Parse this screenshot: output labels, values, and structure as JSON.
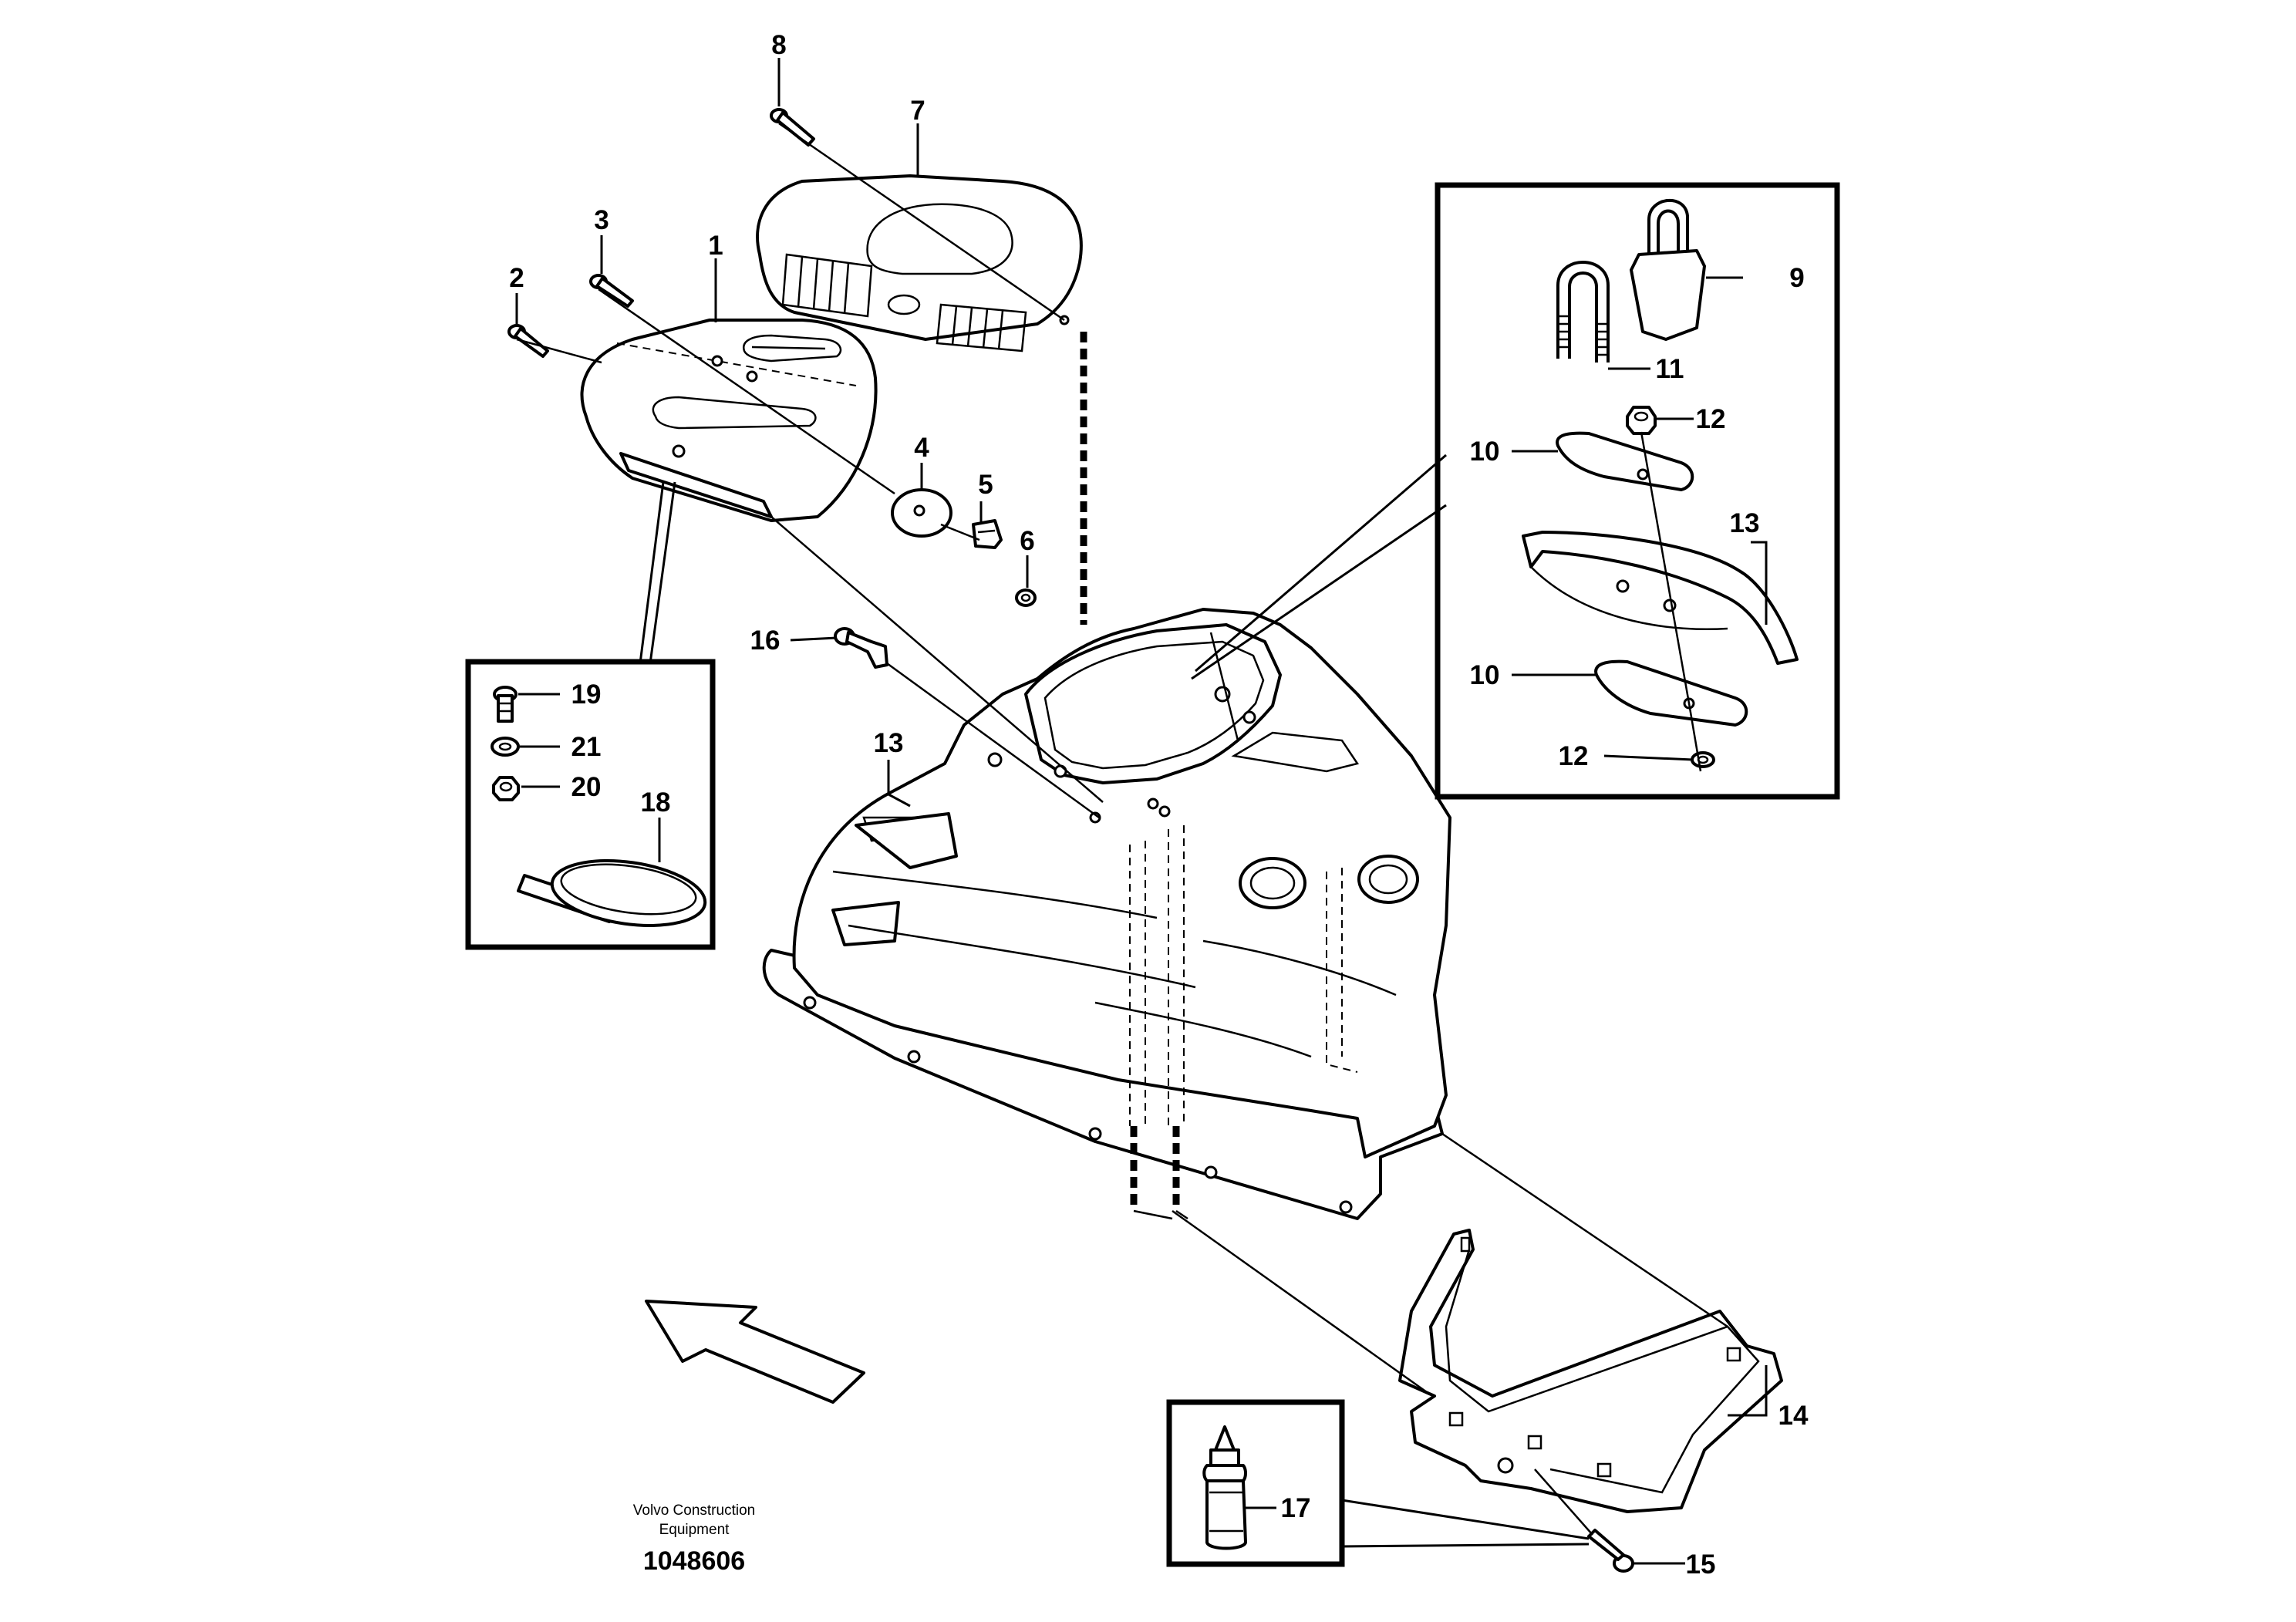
{
  "diagram": {
    "callouts": {
      "c1": "1",
      "c2": "2",
      "c3": "3",
      "c4": "4",
      "c5": "5",
      "c6": "6",
      "c7": "7",
      "c8": "8",
      "c9": "9",
      "c10a": "10",
      "c10b": "10",
      "c11": "11",
      "c12a": "12",
      "c12b": "12",
      "c13a": "13",
      "c13b": "13",
      "c14": "14",
      "c15": "15",
      "c16": "16",
      "c17": "17",
      "c18": "18",
      "c19": "19",
      "c20": "20",
      "c21": "21"
    },
    "credit_line1": "Volvo Construction",
    "credit_line2": "Equipment",
    "document_number": "1048606"
  },
  "colors": {
    "line": "#000000",
    "background": "#ffffff"
  },
  "icons": {
    "direction_arrow": "forward-arrow-icon"
  }
}
